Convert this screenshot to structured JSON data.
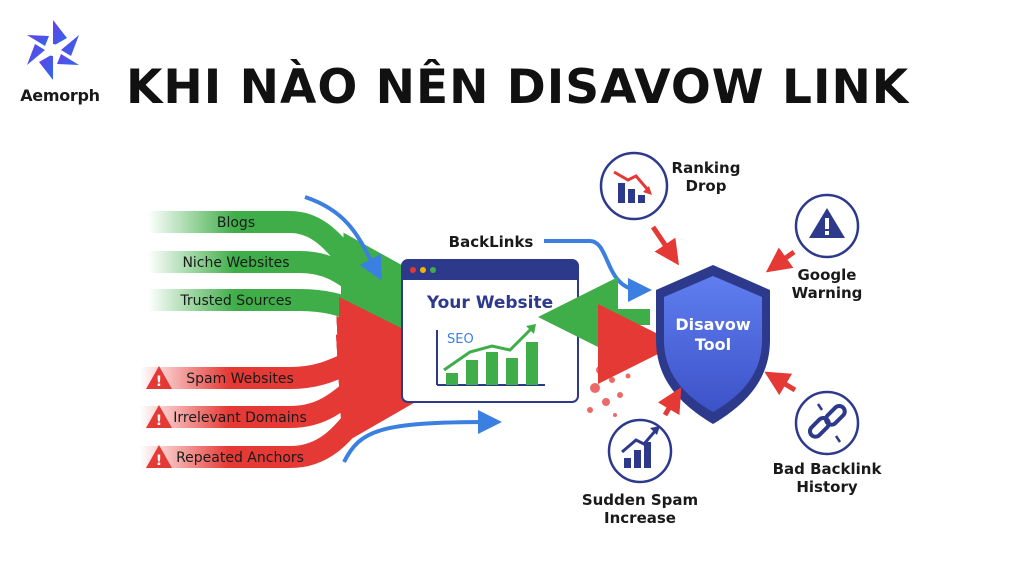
{
  "header": {
    "brand": "Aemorph",
    "title": "KHI NÀO NÊN DISAVOW LINK"
  },
  "sources": {
    "good": [
      "Blogs",
      "Niche Websites",
      "Trusted Sources"
    ],
    "bad": [
      "Spam Websites",
      "Irrelevant Domains",
      "Repeated Anchors"
    ]
  },
  "website": {
    "title": "Your Website",
    "seo_label": "SEO"
  },
  "backlinks_label": "BackLinks",
  "tool": {
    "line1": "Disavow",
    "line2": "Tool"
  },
  "triggers": {
    "ranking_drop": [
      "Ranking",
      "Drop"
    ],
    "google_warning": [
      "Google",
      "Warning"
    ],
    "bad_history": [
      "Bad Backlink",
      "History"
    ],
    "spam_increase": [
      "Sudden Spam",
      "Increase"
    ]
  },
  "colors": {
    "green": "#3fae49",
    "red": "#e53935",
    "blue": "#3b7fe0",
    "navy": "#2d3a8c",
    "shield": "#4a63d8"
  },
  "icons": [
    "aemorph-logo",
    "warning-icon",
    "chart-down-icon",
    "chart-up-icon",
    "broken-link-icon",
    "shield-icon"
  ]
}
